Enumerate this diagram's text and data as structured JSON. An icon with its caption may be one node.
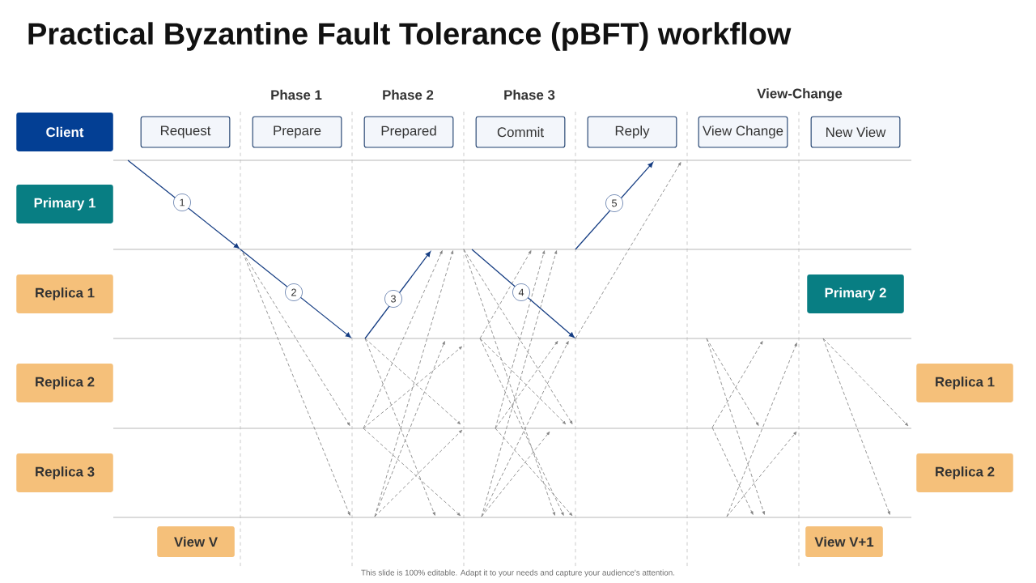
{
  "diagram": {
    "title": "Practical Byzantine Fault Tolerance (pBFT) workflow",
    "nodes": [
      {
        "text": [
          "Client"
        ]
      },
      {
        "text": [
          "Request"
        ]
      },
      {
        "text": [
          "Prepare"
        ]
      },
      {
        "text": [
          "Prepared"
        ]
      },
      {
        "text": [
          "Commit"
        ]
      },
      {
        "text": [
          "Reply"
        ]
      },
      {
        "text": [
          "View Change"
        ]
      },
      {
        "text": [
          "New View"
        ]
      },
      {
        "text": [
          "Primary 1"
        ]
      },
      {
        "text": [
          "Replica 1"
        ]
      },
      {
        "text": [
          "Primary 2"
        ]
      },
      {
        "text": [
          "Replica 2"
        ]
      },
      {
        "text": [
          "Replica 1"
        ]
      },
      {
        "text": [
          "Replica 3"
        ]
      },
      {
        "text": [
          "Replica 2"
        ]
      },
      {
        "text": [
          "View V"
        ]
      },
      {
        "text": [
          "View V+1"
        ]
      }
    ],
    "labels": [
      "Phase 1",
      "Phase 2",
      "Phase 3",
      "View-Change",
      "1",
      "2",
      "3",
      "4",
      "5",
      "This slide is 100% editable. Adapt it to your needs and capture your audience's attention."
    ]
  }
}
